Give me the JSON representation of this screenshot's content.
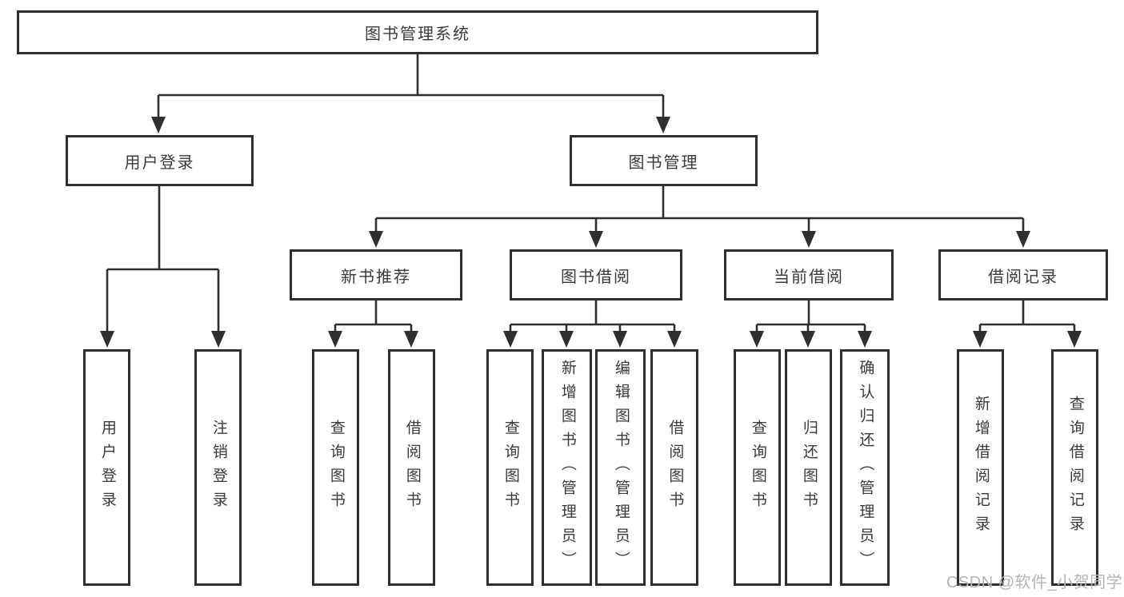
{
  "tree": {
    "root": {
      "label": "图书管理系统"
    },
    "branches": [
      {
        "label": "用户登录",
        "children": [
          {
            "label": "用户登录"
          },
          {
            "label": "注销登录"
          }
        ]
      },
      {
        "label": "图书管理",
        "children": [
          {
            "label": "新书推荐",
            "children": [
              {
                "label": "查询图书"
              },
              {
                "label": "借阅图书"
              }
            ]
          },
          {
            "label": "图书借阅",
            "children": [
              {
                "label": "查询图书"
              },
              {
                "label": "新增图书（管理员）"
              },
              {
                "label": "编辑图书（管理员）"
              },
              {
                "label": "借阅图书"
              }
            ]
          },
          {
            "label": "当前借阅",
            "children": [
              {
                "label": "查询图书"
              },
              {
                "label": "归还图书"
              },
              {
                "label": "确认归还（管理员）"
              }
            ]
          },
          {
            "label": "借阅记录",
            "children": [
              {
                "label": "新增借阅记录"
              },
              {
                "label": "查询借阅记录"
              }
            ]
          }
        ]
      }
    ]
  },
  "watermark": "CSDN @软件_小贺同学",
  "colors": {
    "line": "#2f2f2f",
    "text": "#3a3a3a",
    "watermark": "#b5b5b5",
    "background": "#ffffff"
  }
}
